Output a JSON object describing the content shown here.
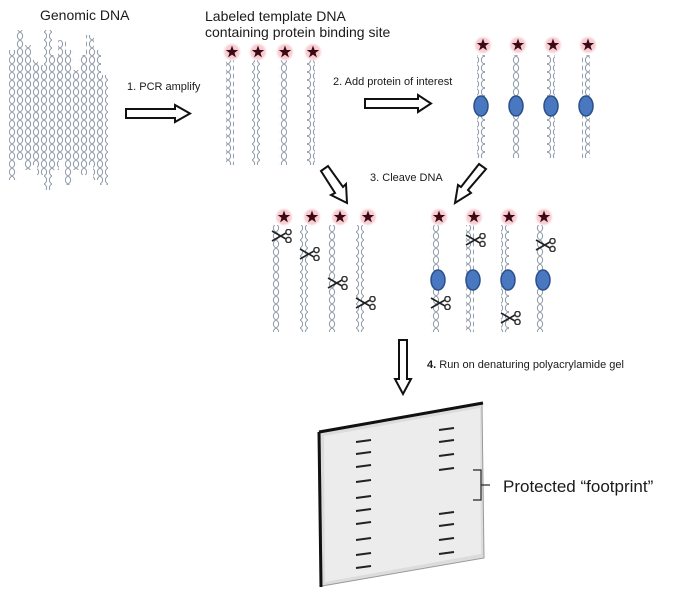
{
  "labels": {
    "genomic_dna": "Genomic DNA",
    "labeled_template_line1": "Labeled template DNA",
    "labeled_template_line2": "containing protein binding site",
    "protected_footprint": "Protected “footprint”"
  },
  "steps": [
    {
      "number": "1.",
      "text": "PCR amplify"
    },
    {
      "number": "2.",
      "text": "Add protein of interest"
    },
    {
      "number": "3.",
      "text": "Cleave DNA"
    },
    {
      "number": "4.",
      "text": "Run  on denaturing polyacrylamide gel"
    }
  ],
  "icons": {
    "label_marker": "star-icon",
    "protein": "protein-ellipse-icon",
    "cleavage": "scissors-icon",
    "strand": "dna-helix-icon"
  },
  "colors": {
    "dna_strand": "#8e9aa8",
    "star": "#3a0a14",
    "star_glow": "#f4b8c0",
    "protein_fill": "#4a78c0",
    "protein_stroke": "#2a4f8a",
    "gel_fill": "#e8e8e8",
    "gel_edge": "#111111",
    "band": "#222222"
  },
  "gel": {
    "lane_left_band_count": 10,
    "lane_right_band_count": 8,
    "lane_right_gap_between_bands": [
      3,
      4
    ]
  }
}
